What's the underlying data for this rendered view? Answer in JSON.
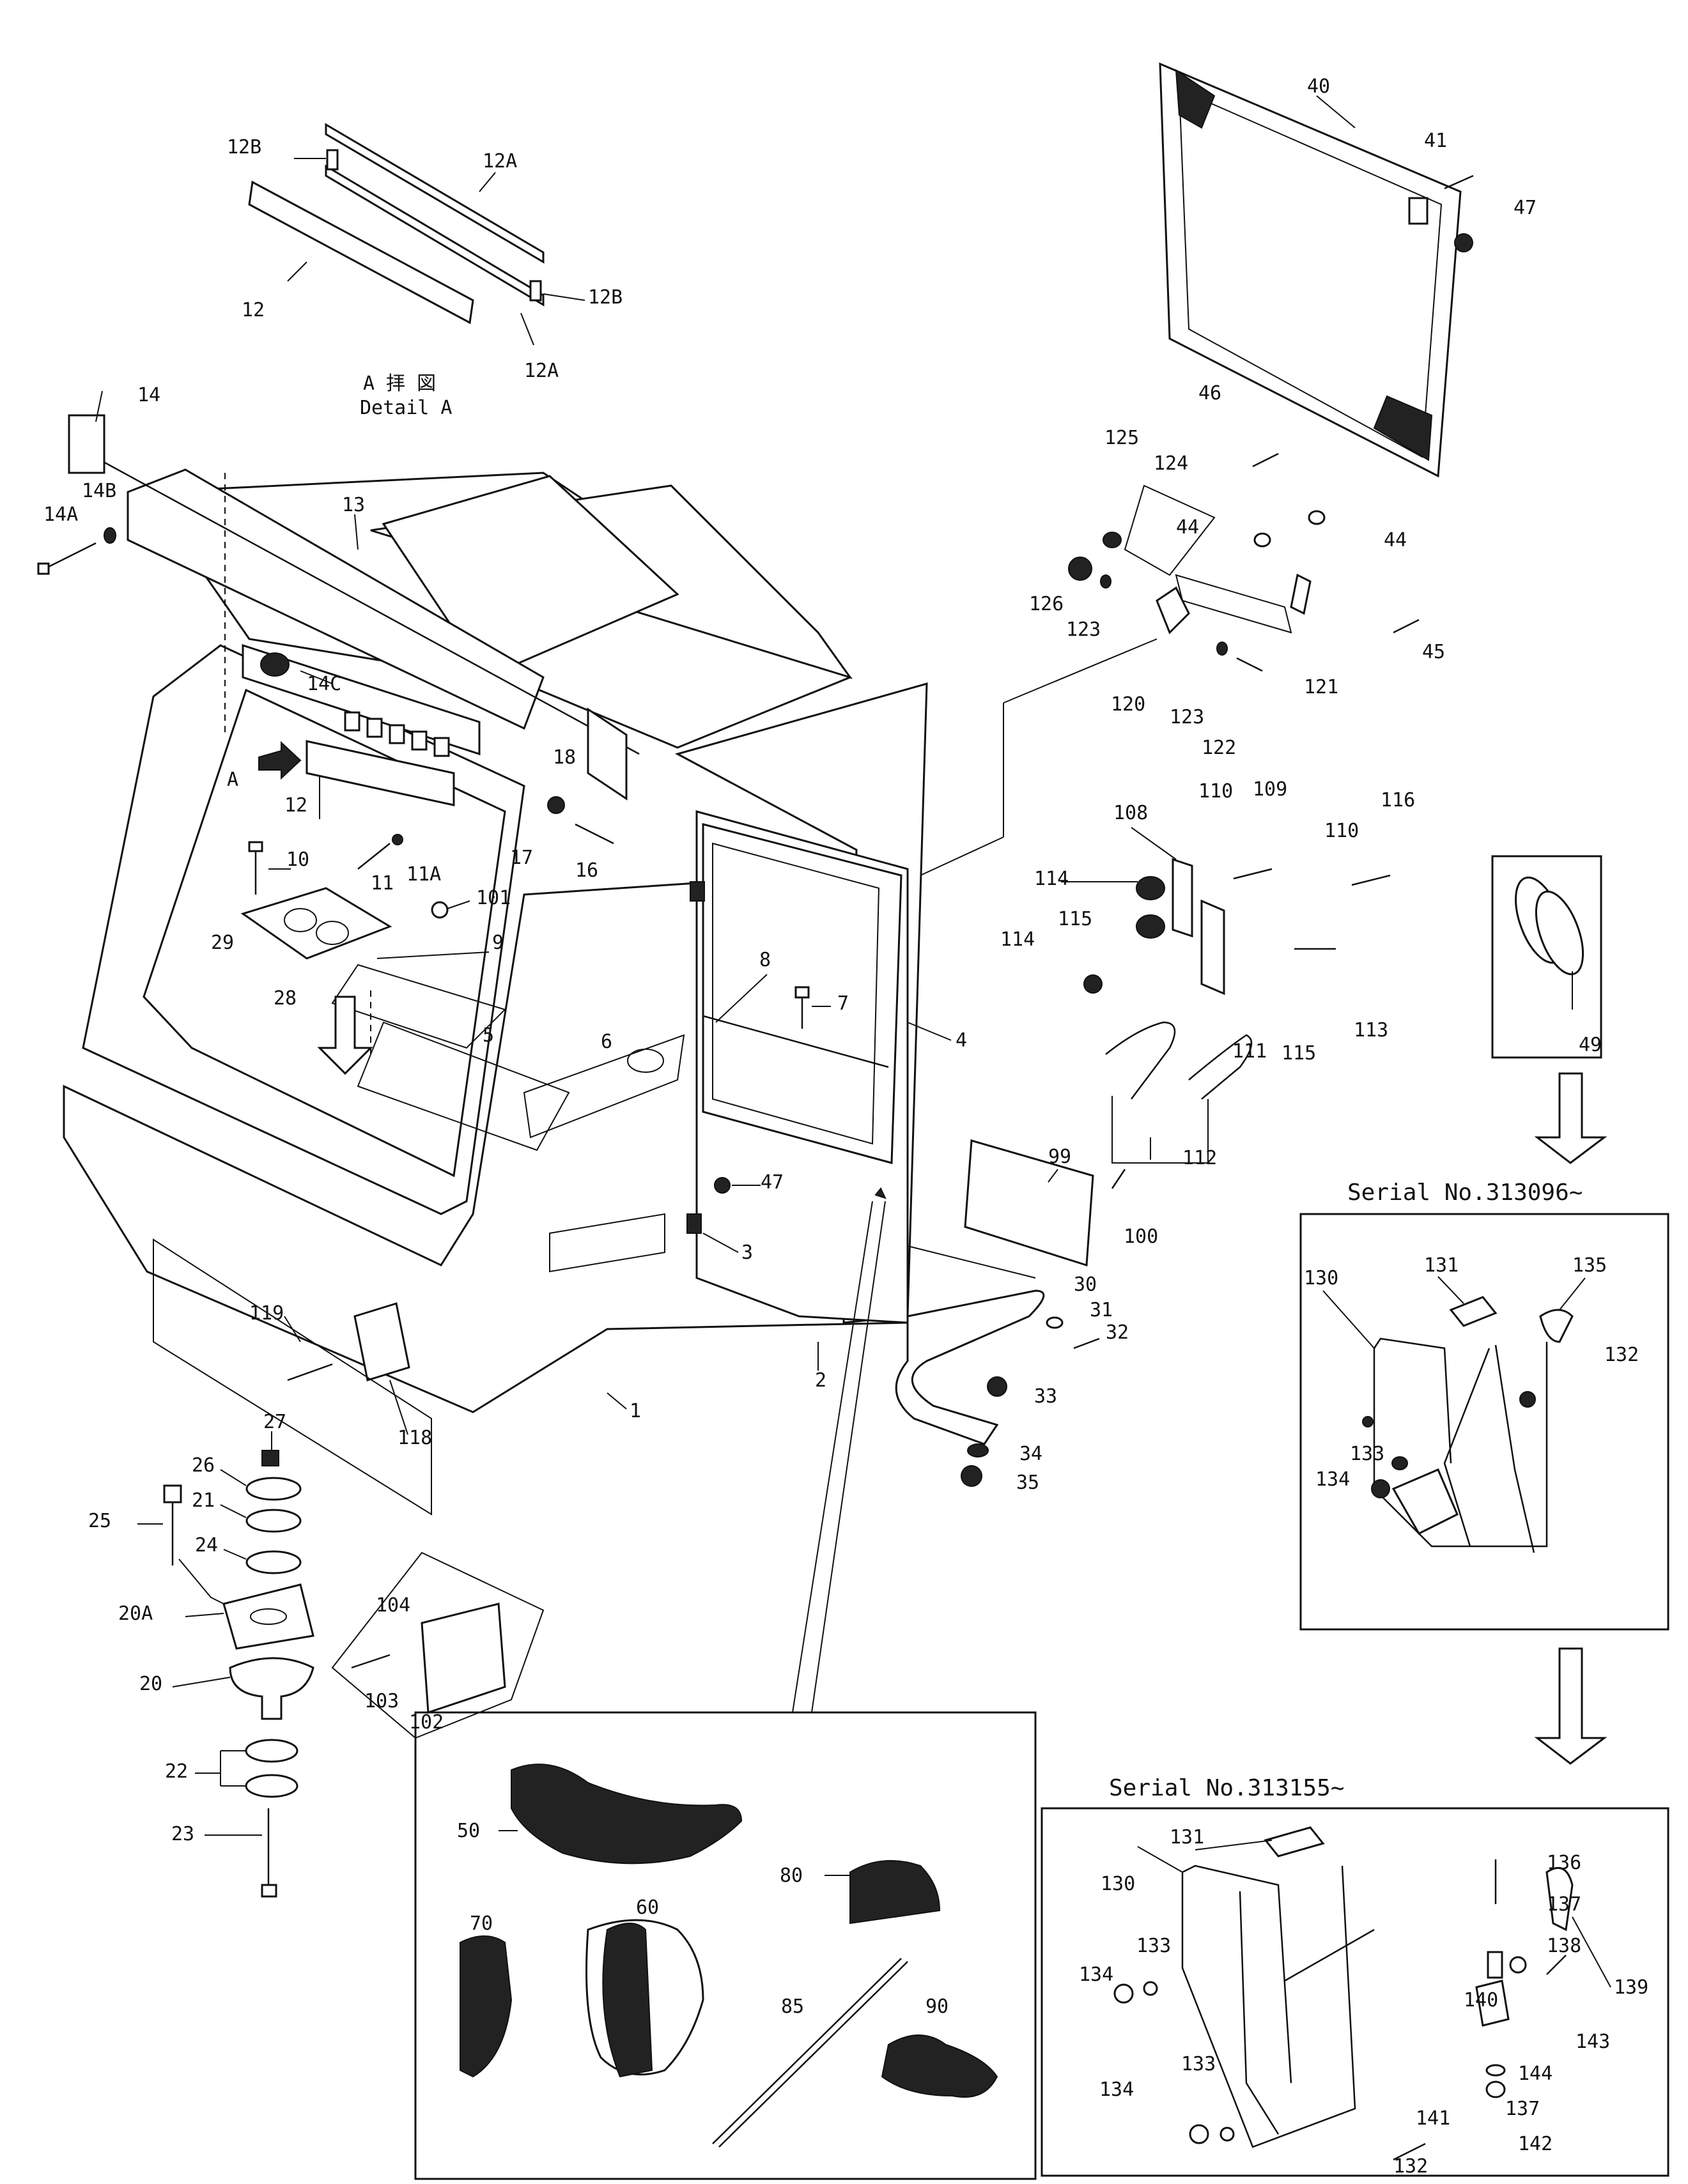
{
  "detail_a": {
    "line1": "A 拝 図",
    "line2": "Detail A",
    "arrow_label": "A"
  },
  "serials": {
    "first": "Serial No.313096~",
    "second": "Serial No.313155~"
  },
  "callouts": {
    "p1": "1",
    "p2": "2",
    "p3": "3",
    "p4": "4",
    "p5": "5",
    "p6": "6",
    "p7": "7",
    "p8": "8",
    "p9": "9",
    "p10": "10",
    "p11": "11",
    "p11a": "11A",
    "p12": "12",
    "p12a": "12A",
    "p12b": "12B",
    "p13": "13",
    "p14": "14",
    "p14a": "14A",
    "p14b": "14B",
    "p14c": "14C",
    "p16": "16",
    "p17": "17",
    "p18": "18",
    "p20": "20",
    "p20a": "20A",
    "p21": "21",
    "p22": "22",
    "p23": "23",
    "p24": "24",
    "p25": "25",
    "p26": "26",
    "p27": "27",
    "p28": "28",
    "p29": "29",
    "p30": "30",
    "p31": "31",
    "p32": "32",
    "p33": "33",
    "p34": "34",
    "p35": "35",
    "p40": "40",
    "p41": "41",
    "p44": "44",
    "p45": "45",
    "p46": "46",
    "p47": "47",
    "p49": "49",
    "p50": "50",
    "p60": "60",
    "p70": "70",
    "p80": "80",
    "p85": "85",
    "p90": "90",
    "p99": "99",
    "p100": "100",
    "p101": "101",
    "p102": "102",
    "p103": "103",
    "p104": "104",
    "p108": "108",
    "p109": "109",
    "p110": "110",
    "p111": "111",
    "p112": "112",
    "p113": "113",
    "p114": "114",
    "p115": "115",
    "p116": "116",
    "p118": "118",
    "p119": "119",
    "p120": "120",
    "p121": "121",
    "p122": "122",
    "p123": "123",
    "p124": "124",
    "p125": "125",
    "p126": "126",
    "p130": "130",
    "p131": "131",
    "p132": "132",
    "p133": "133",
    "p134": "134",
    "p135": "135",
    "p136": "136",
    "p137": "137",
    "p138": "138",
    "p139": "139",
    "p140": "140",
    "p141": "141",
    "p142": "142",
    "p143": "143",
    "p144": "144"
  }
}
